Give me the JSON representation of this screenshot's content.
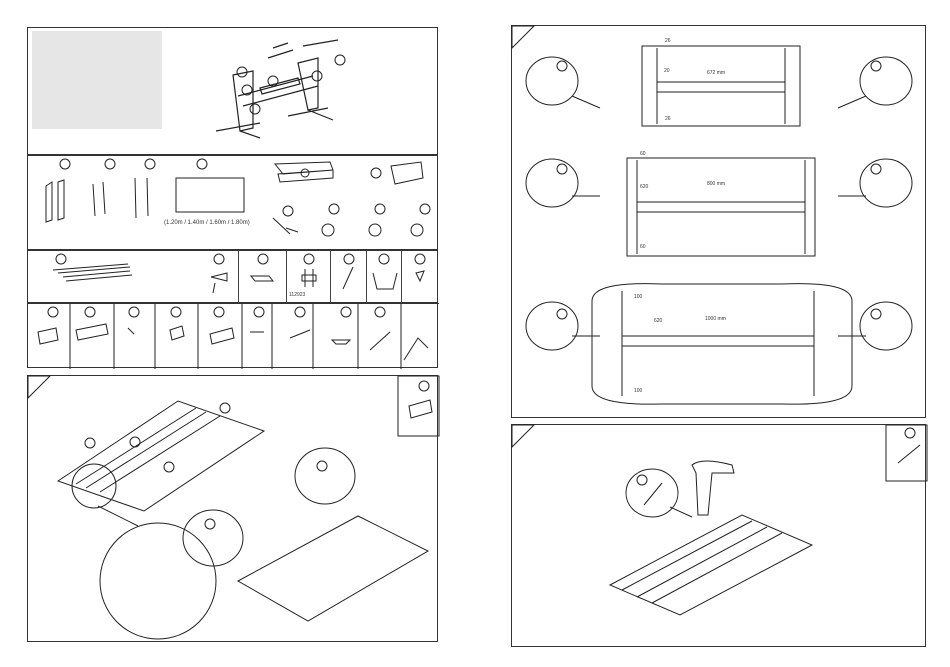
{
  "parts": {
    "top_size_label": "(1.20m / 1.40m / 1.60m / 1.80m)",
    "cable_code": "112923"
  },
  "step3": {
    "dim_26_top": "26",
    "dim_26_bottom": "26",
    "dim_20": "20",
    "dim_width": "672 mm"
  },
  "step4": {
    "dim_60_top": "60",
    "dim_60_side": "60",
    "dim_620": "620",
    "dim_width": "800 mm"
  },
  "step5": {
    "dim_100_top": "100",
    "dim_100_bottom": "100",
    "dim_620": "620",
    "dim_width": "1000 mm"
  }
}
